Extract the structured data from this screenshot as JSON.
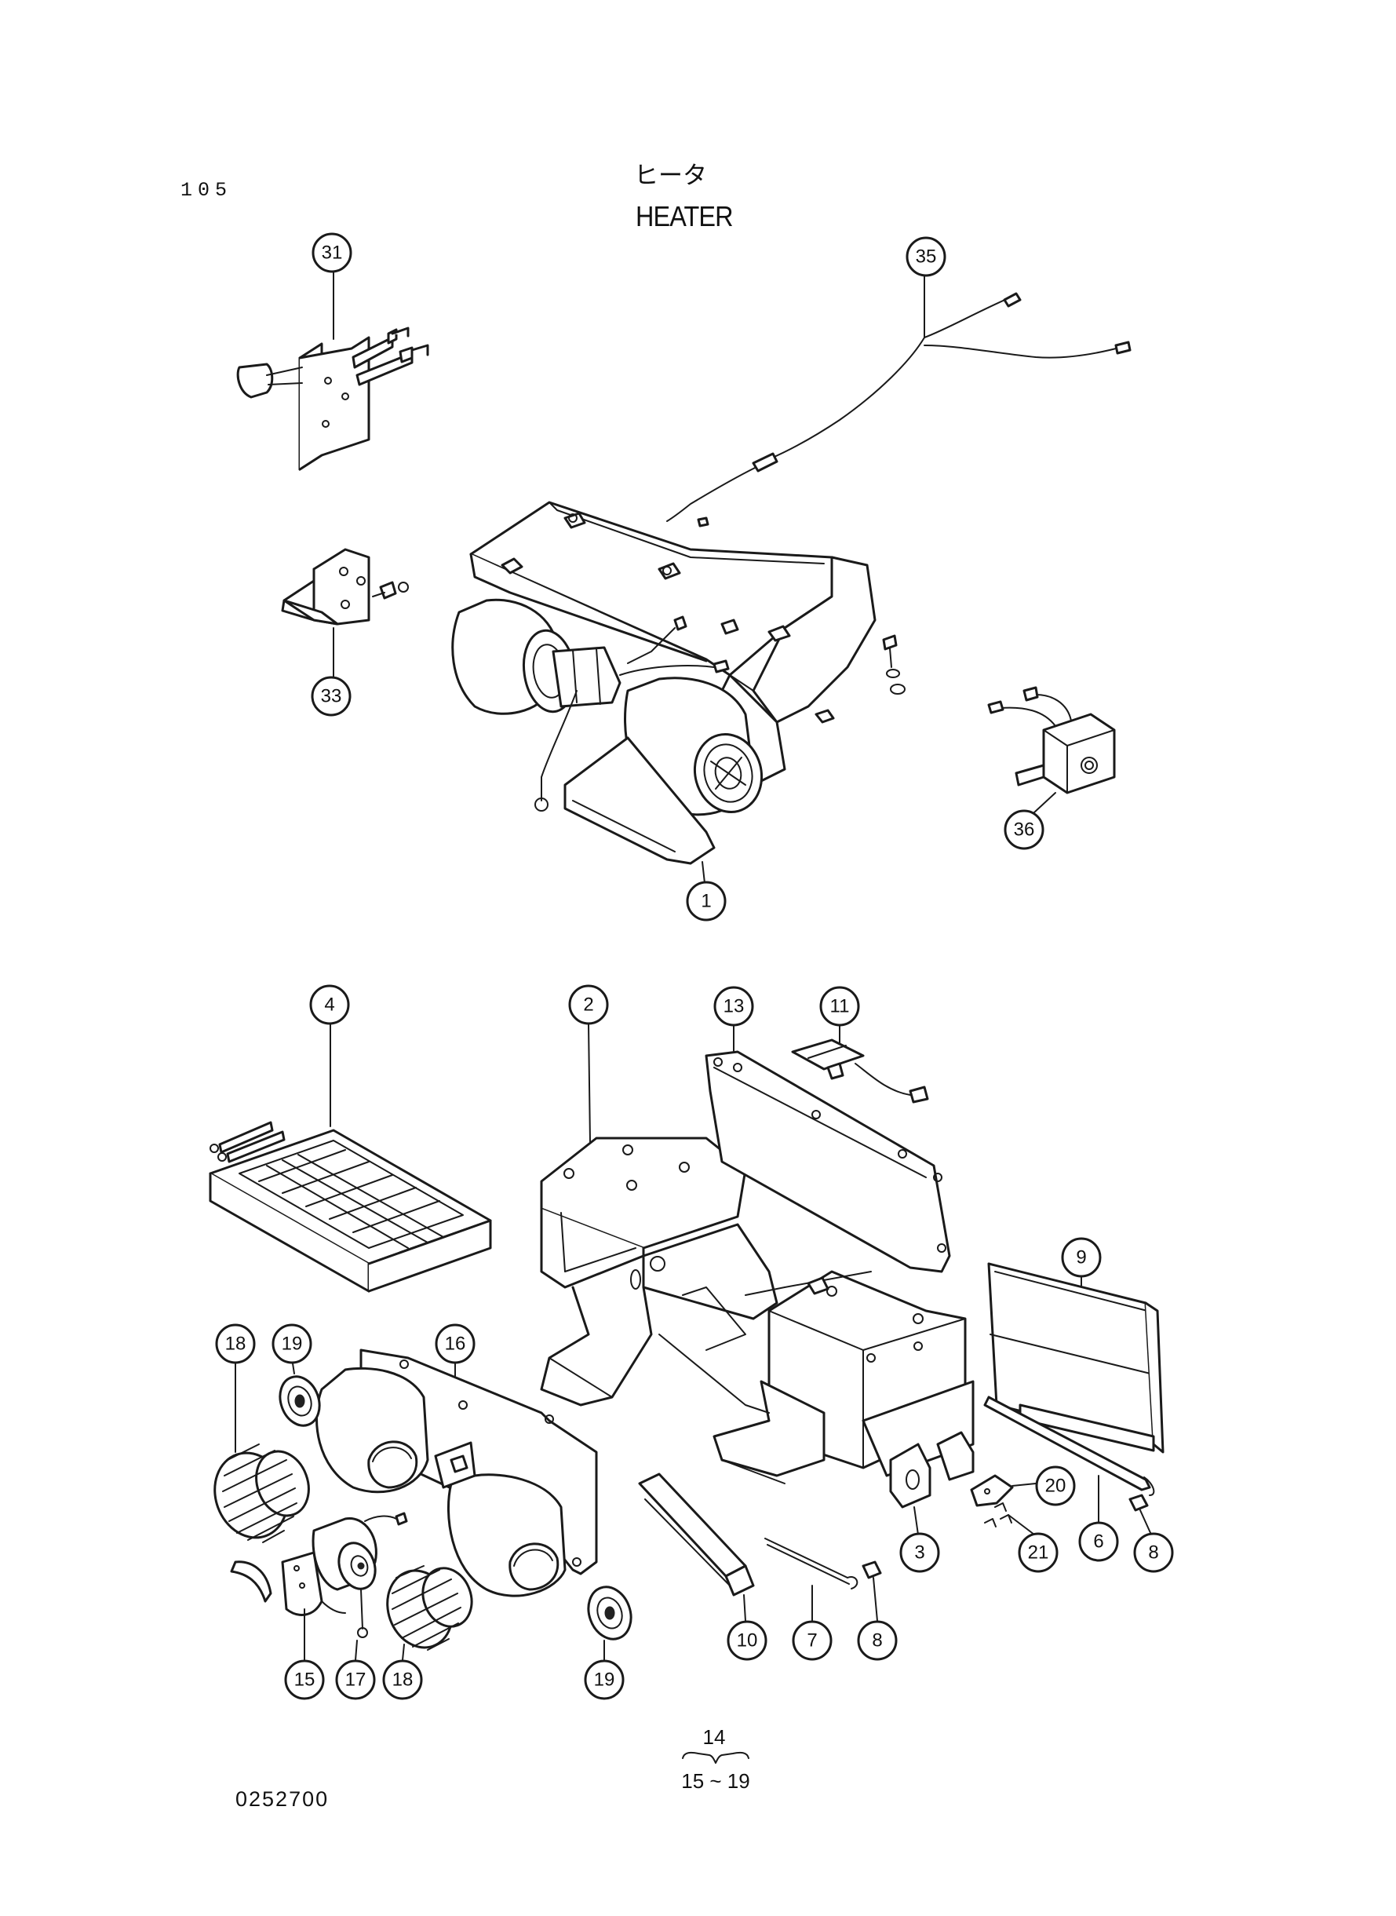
{
  "header": {
    "page_number": "105",
    "title_japanese": "ヒータ",
    "title_english": "HEATER"
  },
  "footer": {
    "drawing_code": "0252700"
  },
  "assembly_note": {
    "parent": "14",
    "children_range": "15 ~ 19"
  },
  "callouts": [
    "31",
    "35",
    "33",
    "36",
    "1",
    "4",
    "2",
    "13",
    "11",
    "9",
    "18",
    "19",
    "16",
    "20",
    "21",
    "6",
    "8",
    "3",
    "10",
    "7",
    "8",
    "15",
    "17",
    "18",
    "19"
  ]
}
